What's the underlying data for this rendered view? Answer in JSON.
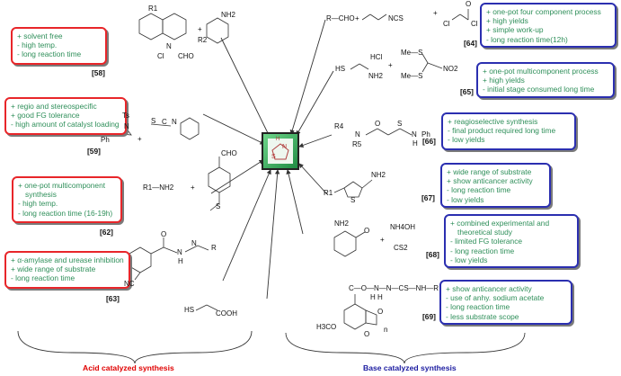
{
  "center": {
    "ring_atom_top": "H",
    "ring_atom_N": "N",
    "ring_atom_S": "S"
  },
  "boxes": [
    {
      "id": "58",
      "ref": "[58]",
      "color": "red",
      "lines": [
        "+ solvent free",
        "- high temp.",
        "- long reaction time"
      ]
    },
    {
      "id": "59",
      "ref": "[59]",
      "color": "red",
      "lines": [
        "+ regio and stereospecific",
        "+ good FG tolerance",
        "- high amount of catalyst loading"
      ]
    },
    {
      "id": "62",
      "ref": "[62]",
      "color": "red",
      "lines": [
        "+ one-pot multicomponent",
        "   synthesis",
        "- high temp.",
        "- long reaction time (16-19h)"
      ]
    },
    {
      "id": "63",
      "ref": "[63]",
      "color": "red",
      "lines": [
        "+ α-amylase and urease inhibition",
        "+ wide range of substrate",
        "- long reaction time"
      ]
    },
    {
      "id": "64",
      "ref": "[64]",
      "color": "blue",
      "lines": [
        "+ one-pot four component process",
        "+ high yields",
        "+ simple work-up",
        "- long reaction time(12h)"
      ]
    },
    {
      "id": "65",
      "ref": "[65]",
      "color": "blue",
      "lines": [
        "+ one-pot multicomponent process",
        "+ high yields",
        "- initial stage consumed long time"
      ]
    },
    {
      "id": "66",
      "ref": "[66]",
      "color": "blue",
      "lines": [
        "+ reagioselective synthesis",
        "- final product required long time",
        "- low yields"
      ]
    },
    {
      "id": "67",
      "ref": "[67]",
      "color": "blue",
      "lines": [
        "+ wide range of substrate",
        "+ show anticancer activity",
        "- long reaction time",
        "- low yields"
      ]
    },
    {
      "id": "68",
      "ref": "[68]",
      "color": "blue",
      "lines": [
        "+ combined experimental and",
        "   theoretical study",
        "- limited FG tolerance",
        "- long reaction time",
        "- low yields"
      ]
    },
    {
      "id": "69",
      "ref": "[69]",
      "color": "blue",
      "lines": [
        "+ show anticancer activity",
        "- use of anhy. sodium acetate",
        "- long reaction time",
        "- less substrate scope"
      ]
    }
  ],
  "chem": {
    "r1_cho": "R—CHO",
    "plus1": "+",
    "ncs": "NCS",
    "plus2": "+",
    "cl1": "Cl",
    "o1": "O",
    "cl2": "Cl",
    "hcl": "HCl",
    "hs": "HS",
    "nh2_65": "NH2",
    "mes1": "Me—S",
    "mes2": "Me—S",
    "no2": "NO2",
    "plus65": "+",
    "r4": "R4",
    "n66": "N",
    "r5": "R5",
    "o66": "O",
    "s66": "S",
    "nh66": "N",
    "h66": "H",
    "ph66": "Ph",
    "nh2_67": "NH2",
    "r1_67": "R1",
    "s67": "S",
    "nh2_68": "NH2",
    "o68": "O",
    "plus68": "+",
    "nh4oh": "NH4OH",
    "cs2": "CS2",
    "coc69": "C—O—N—N—CS—NH—R",
    "h69": "H   H",
    "h3co": "H3CO",
    "n69": "n",
    "o69a": "O",
    "o69b": "O",
    "r58a": "R1",
    "r58b": "R2",
    "nh2_58": "NH2",
    "cl58": "Cl",
    "n58": "N",
    "cho58": "CHO",
    "plus58": "+",
    "ts": "Ts",
    "n59": "N",
    "ph59": "Ph",
    "s59": "S",
    "c59": "C",
    "n59b": "N",
    "plus59": "+",
    "cho62": "CHO",
    "r1nh2": "R1—NH2",
    "plus62": "+",
    "s62": "S",
    "o63": "O",
    "n63": "N",
    "h63": "H",
    "n63b": "N",
    "r63": "R",
    "nc63": "NC",
    "hs63": "HS",
    "cooh63": "COOH"
  },
  "captions": {
    "acid": "Acid catalyzed synthesis",
    "base": "Base catalyzed synthesis"
  }
}
